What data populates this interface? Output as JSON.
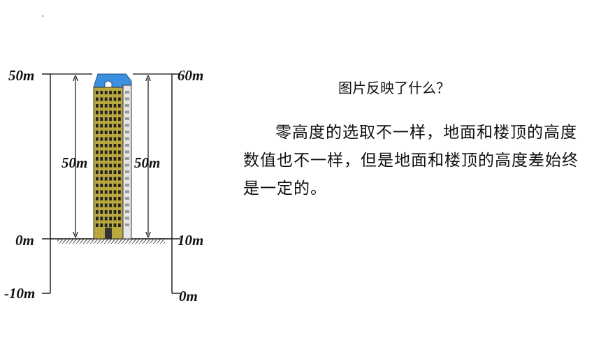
{
  "labels": {
    "left_top": "50m",
    "left_ground": "0m",
    "left_bottom": "-10m",
    "right_top": "60m",
    "right_ground": "10m",
    "right_bottom": "0m",
    "left_height": "50m",
    "right_height": "50m"
  },
  "text": {
    "question": "图片反映了什么？",
    "paragraph": "零高度的选取不一样，地面和楼顶的高度数值也不一样，但是地面和楼顶的高度差始终是一定的。"
  },
  "colors": {
    "roof": "#3d8fe0",
    "building_body": "#b9a83e",
    "windows": "#222222",
    "side_face": "#e6e6e6"
  }
}
